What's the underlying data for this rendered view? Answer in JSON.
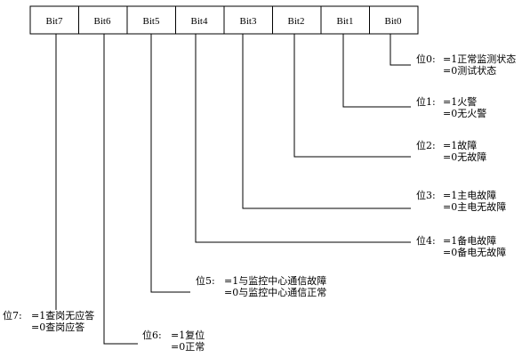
{
  "bits": [
    "Bit7",
    "Bit6",
    "Bit5",
    "Bit4",
    "Bit3",
    "Bit2",
    "Bit1",
    "Bit0"
  ],
  "descriptions": [
    {
      "key": "位0:",
      "line1": "=1正常监测状态",
      "line2": "=0测试状态"
    },
    {
      "key": "位1:",
      "line1": "=1火警",
      "line2": "=0无火警"
    },
    {
      "key": "位2:",
      "line1": "=1故障",
      "line2": "=0无故障"
    },
    {
      "key": "位3:",
      "line1": "=1主电故障",
      "line2": "=0主电无故障"
    },
    {
      "key": "位4:",
      "line1": "=1备电故障",
      "line2": "=0备电无故障"
    },
    {
      "key": "位5:",
      "line1": "=1与监控中心通信故障",
      "line2": "=0与监控中心通信正常"
    },
    {
      "key": "位6:",
      "line1": "=1复位",
      "line2": "=0正常"
    },
    {
      "key": "位7:",
      "line1": "=1查岗无应答",
      "line2": "=0查岗应答"
    }
  ]
}
